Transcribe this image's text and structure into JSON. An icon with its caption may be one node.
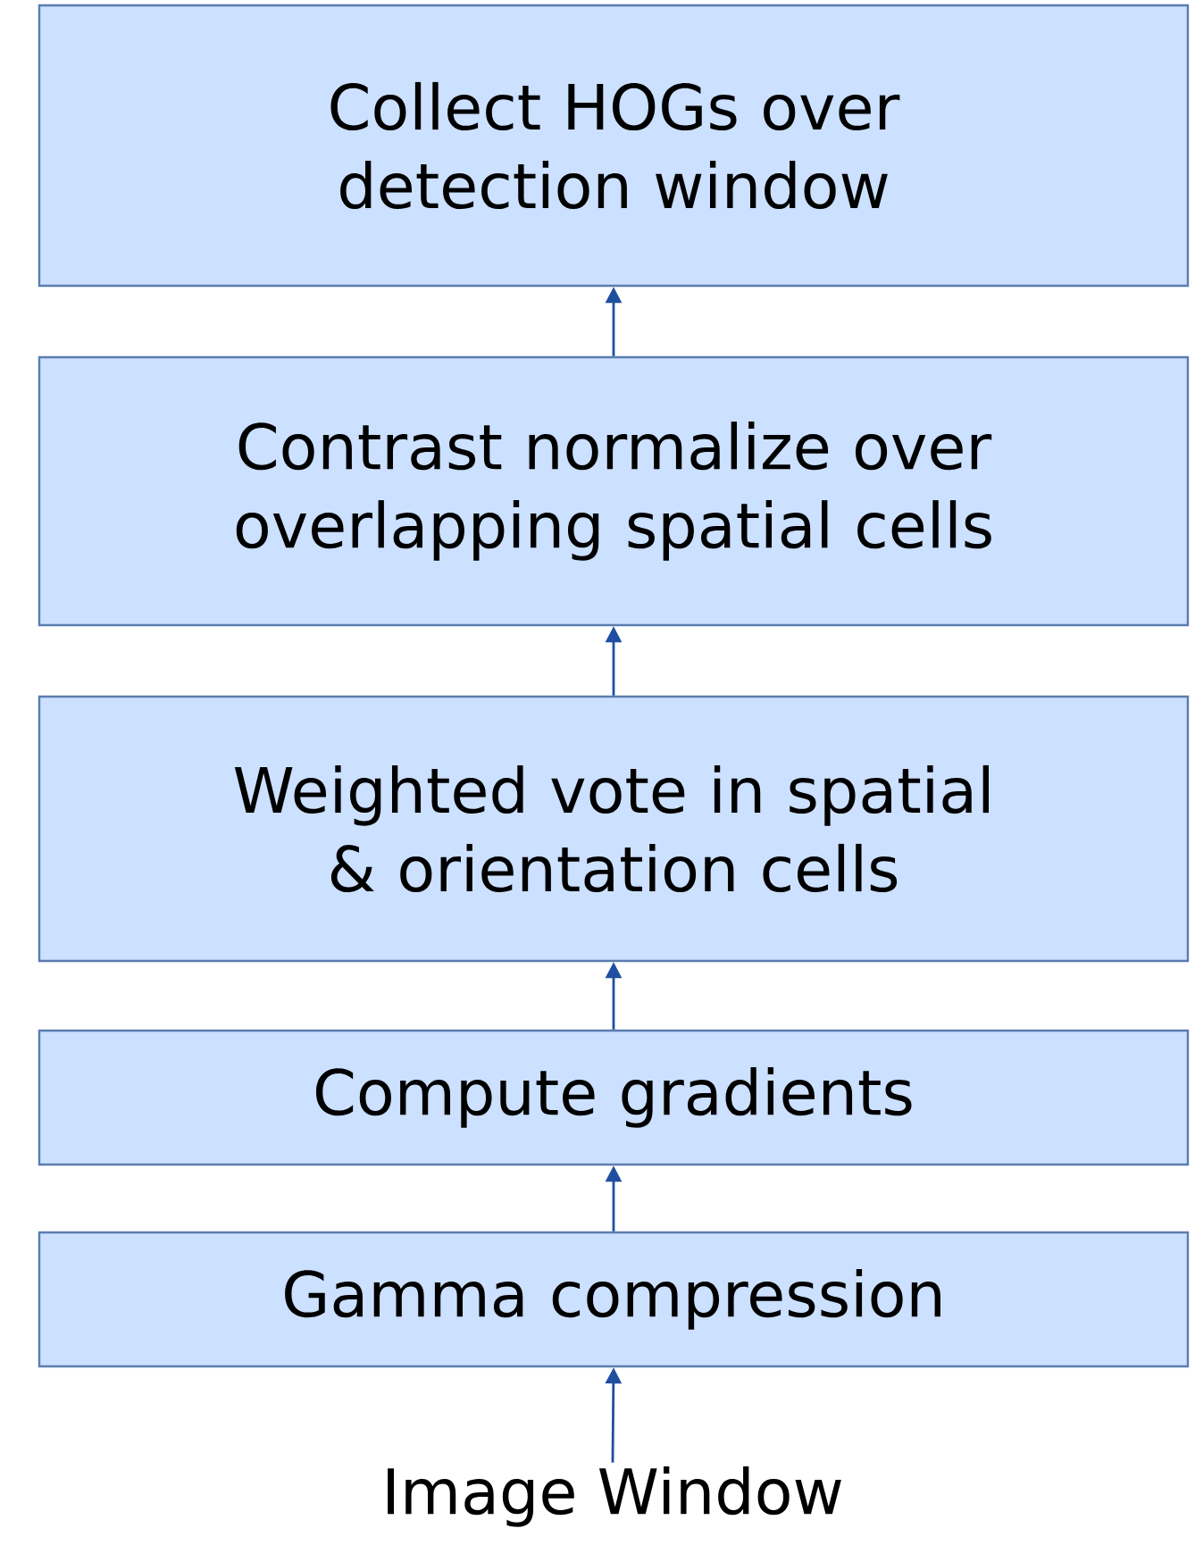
{
  "diagram": {
    "nodes": [
      {
        "text": [
          "Collect HOGs over detection window"
        ]
      },
      {
        "text": [
          "Contrast normalize over overlapping spatial cells"
        ]
      },
      {
        "text": [
          "Weighted vote in spatial & orientation cells"
        ]
      },
      {
        "text": [
          "Compute gradients"
        ]
      },
      {
        "text": [
          "Gamma compression"
        ]
      },
      {
        "text": [
          "Image Window"
        ]
      }
    ],
    "edges": [
      {
        "from": 5,
        "to": 4,
        "arrow": "to"
      },
      {
        "from": 4,
        "to": 3,
        "arrow": "to"
      },
      {
        "from": 3,
        "to": 2,
        "arrow": "to"
      },
      {
        "from": 2,
        "to": 1,
        "arrow": "to"
      },
      {
        "from": 1,
        "to": 0,
        "arrow": "to"
      }
    ]
  }
}
